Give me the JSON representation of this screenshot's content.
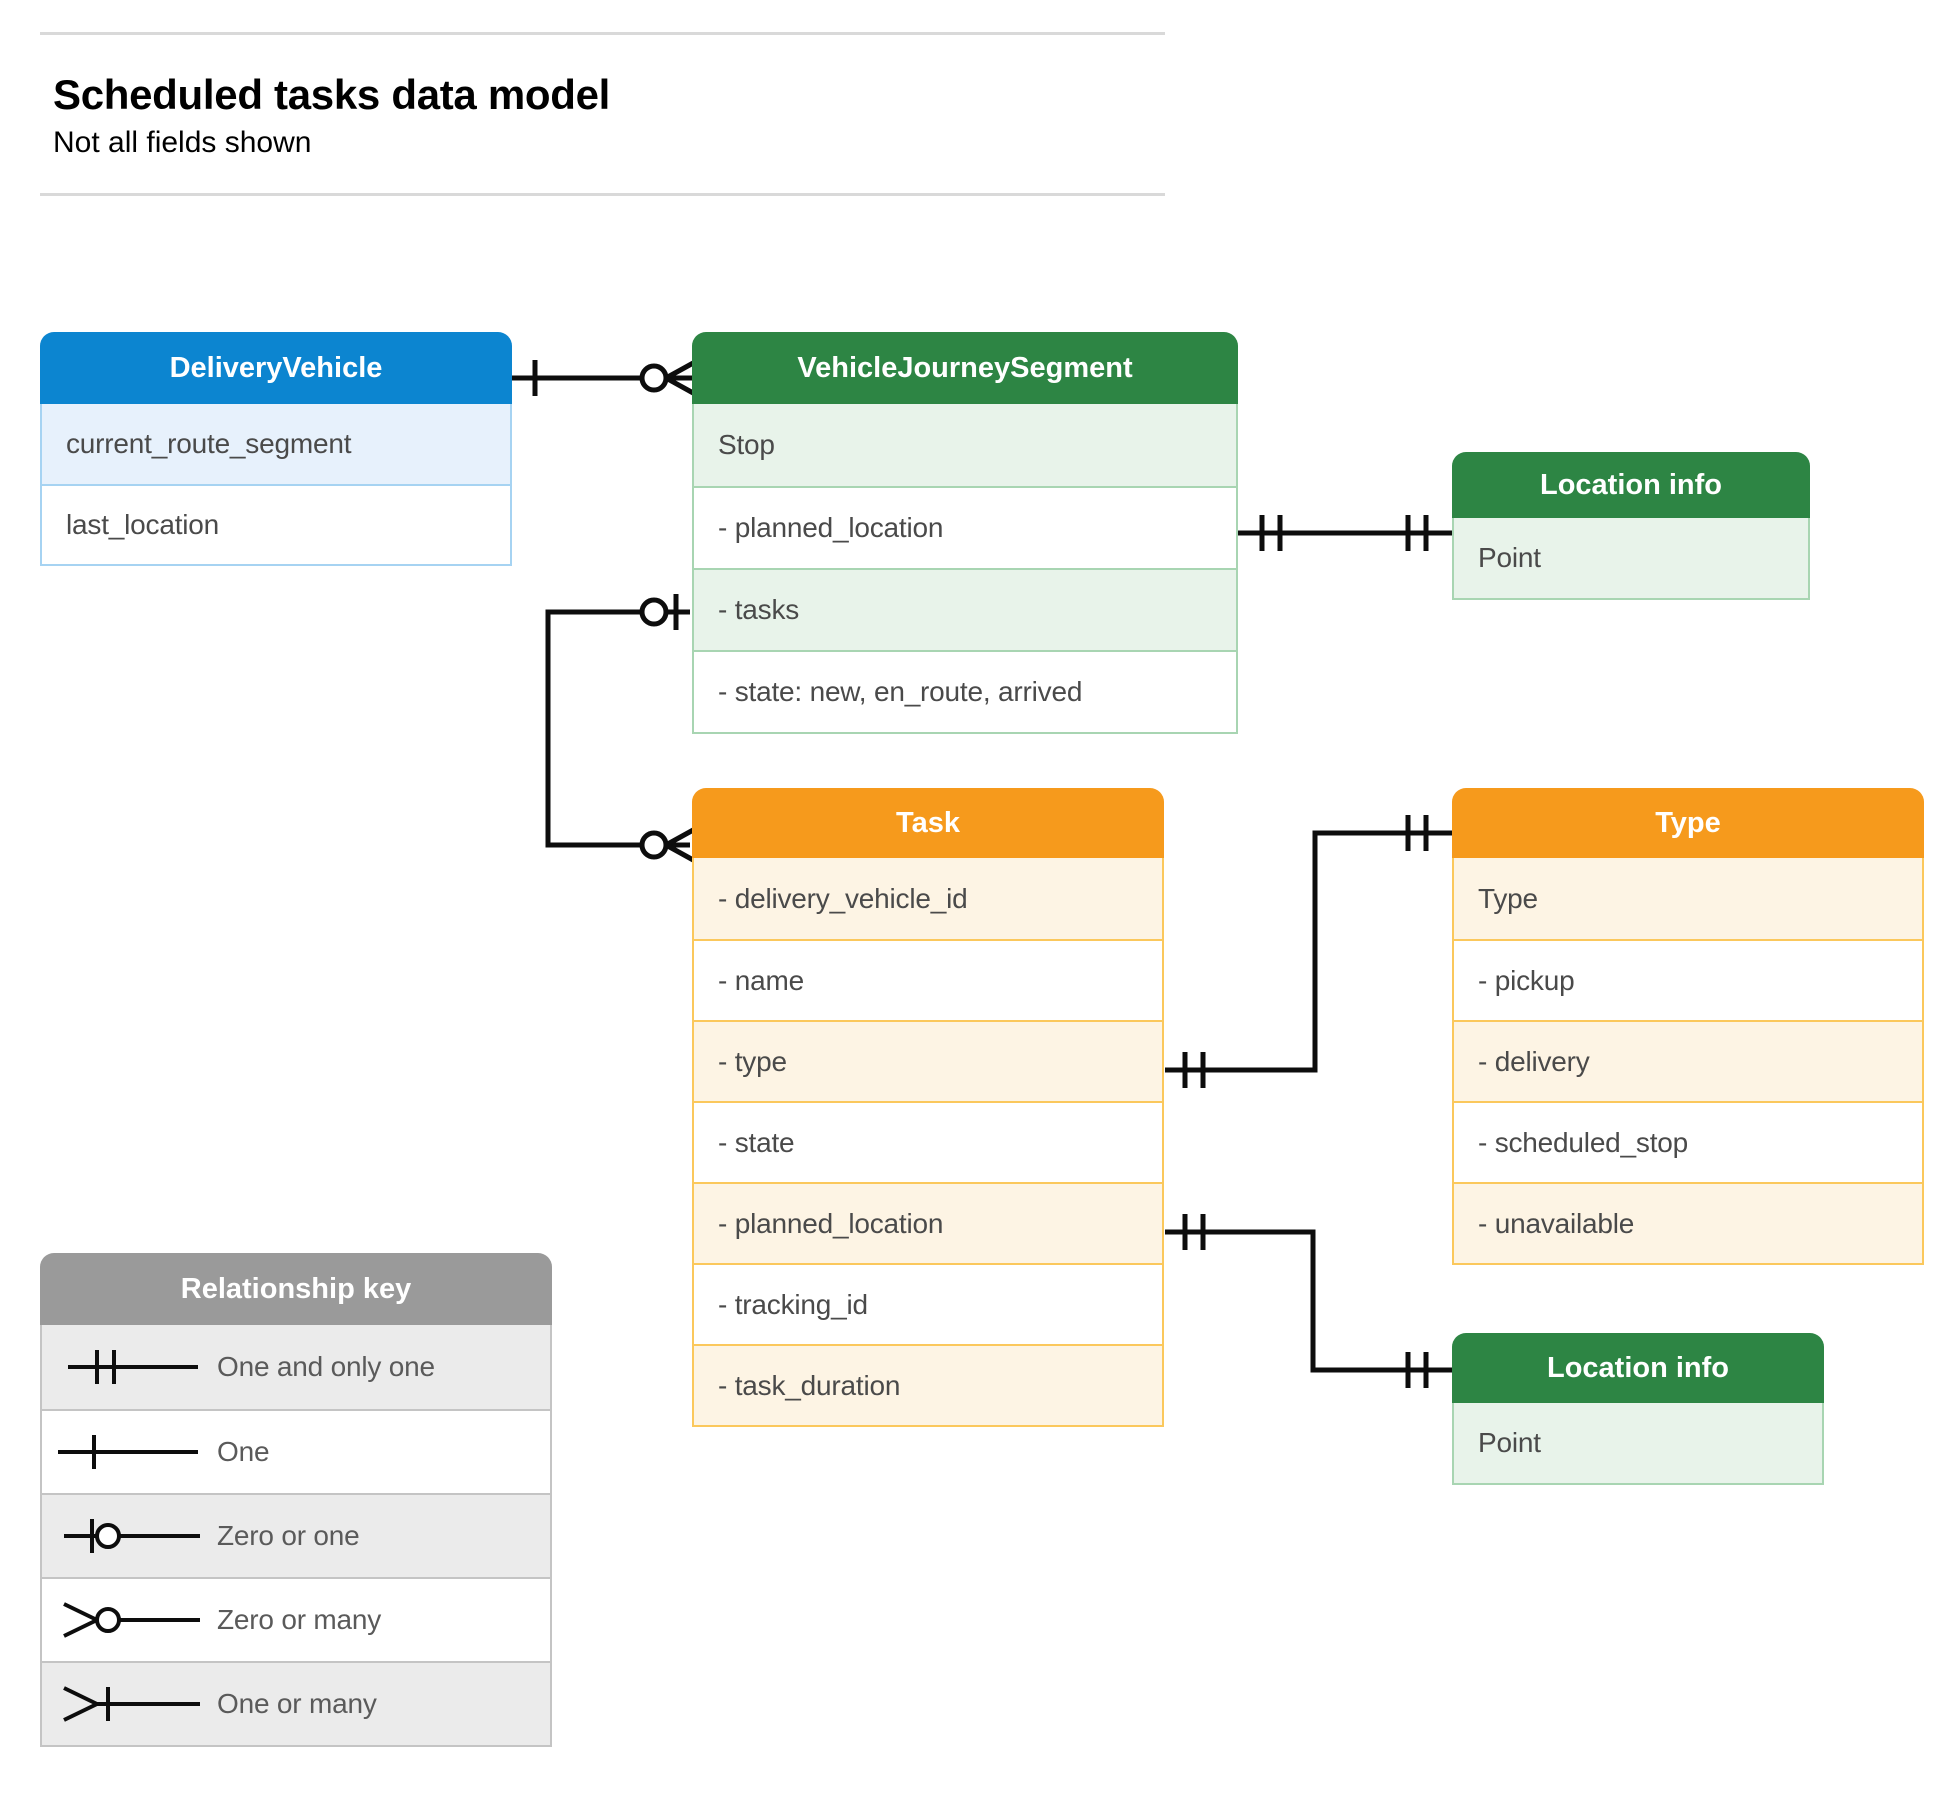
{
  "header": {
    "title": "Scheduled tasks data model",
    "subtitle": "Not all fields shown"
  },
  "colors": {
    "blue_header": "#0c85d0",
    "blue_row_shade": "#e7f1fc",
    "blue_border": "#a6d3f2",
    "green_header": "#2d8544",
    "green_row_shade": "#e8f3ea",
    "green_border": "#a8d5b2",
    "orange_header": "#f69a1c",
    "orange_row_shade": "#fdf4e4",
    "orange_border": "#fbc85c",
    "grey_header": "#9a9a9a",
    "grey_row_shade": "#ebebeb",
    "grey_border": "#c4c4c4",
    "connector_line": "#0d0d0d",
    "text": "#4a4a4a",
    "rule": "#d9d9d9"
  },
  "entities": {
    "delivery_vehicle": {
      "title": "DeliveryVehicle",
      "rows": [
        "current_route_segment",
        "last_location"
      ]
    },
    "vehicle_journey_segment": {
      "title": "VehicleJourneySegment",
      "rows": [
        "Stop",
        "-  planned_location",
        "- tasks",
        "- state: new, en_route, arrived"
      ]
    },
    "location_info_top": {
      "title": "Location info",
      "rows": [
        "Point"
      ]
    },
    "task": {
      "title": "Task",
      "rows": [
        "- delivery_vehicle_id",
        "- name",
        "- type",
        "- state",
        "- planned_location",
        "- tracking_id",
        "- task_duration"
      ]
    },
    "type": {
      "title": "Type",
      "rows": [
        "Type",
        "-   pickup",
        "-   delivery",
        "-   scheduled_stop",
        "-   unavailable"
      ]
    },
    "location_info_bottom": {
      "title": "Location info",
      "rows": [
        "Point"
      ]
    }
  },
  "legend": {
    "title": "Relationship key",
    "items": [
      {
        "label": "One and only one",
        "notation": "one-and-only-one"
      },
      {
        "label": "One",
        "notation": "one"
      },
      {
        "label": "Zero or one",
        "notation": "zero-or-one"
      },
      {
        "label": "Zero or many",
        "notation": "zero-or-many"
      },
      {
        "label": "One or many",
        "notation": "one-or-many"
      }
    ]
  },
  "relationships": [
    {
      "from": "DeliveryVehicle",
      "from_notation": "one",
      "to": "VehicleJourneySegment",
      "to_notation": "zero-or-many"
    },
    {
      "from": "VehicleJourneySegment.planned_location",
      "from_notation": "one-and-only-one",
      "to": "Location info",
      "to_notation": "one-and-only-one"
    },
    {
      "from": "VehicleJourneySegment.tasks",
      "from_notation": "zero-or-one",
      "to": "Task",
      "to_notation": "zero-or-many"
    },
    {
      "from": "Task.type",
      "from_notation": "one-and-only-one",
      "to": "Type",
      "to_notation": "one-and-only-one"
    },
    {
      "from": "Task.planned_location",
      "from_notation": "one-and-only-one",
      "to": "Location info",
      "to_notation": "one-and-only-one"
    }
  ]
}
